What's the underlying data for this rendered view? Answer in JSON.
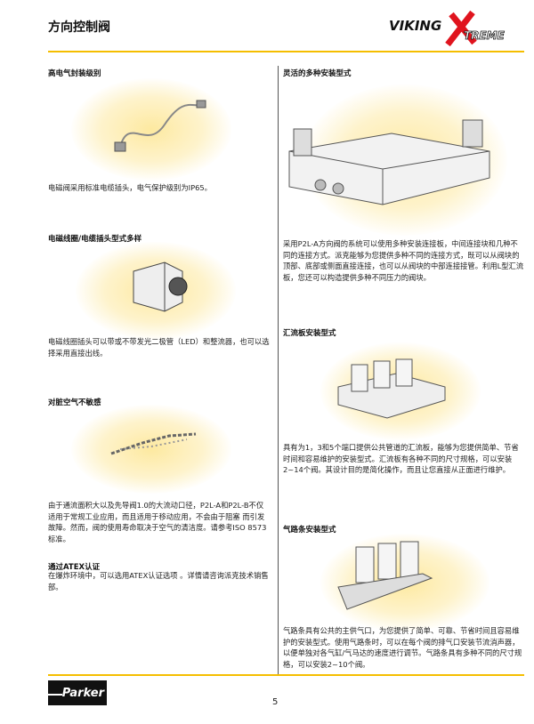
{
  "header": {
    "title": "方向控制阀",
    "brand_logo": "VIKING XTREME"
  },
  "left": [
    {
      "heading": "高电气封装级别",
      "body": "电磁阀采用标准电缆插头，电气保护级别为IP65。",
      "image": "cable-plug-photo"
    },
    {
      "heading": "电磁线圈/电缆插头型式多样",
      "body": "电磁线圈插头可以带或不带发光二极管（LED）和整流器，也可以选择采用直接出线。",
      "image": "coil-connector-photo"
    },
    {
      "heading": "对脏空气不敏感",
      "body": "由于通流面积大以及先导阀1.0的大流动口径，P2L-A和P2L-B不仅适用于常规工业应用，而且适用于移动应用，不会由于阻塞 而引发故障。然而，阀的使用寿命取决于空气的清洁度。请参考ISO 8573标准。",
      "image": "dirty-air-splash-photo"
    },
    {
      "heading": "通过ATEX认证",
      "body": "在爆炸环境中，可以选用ATEX认证选项 。详情请咨询派克技术销售部。"
    }
  ],
  "right": [
    {
      "heading": "灵活的多种安装型式",
      "body": "采用P2L-A方向阀的系统可以使用多种安装连接板，中间连接块和几种不同的连接方式。派克能够为您提供多种不同的连接方式，既可以从阀块的顶部、底部或侧面直接连接，也可以从阀块的中部连接接管。利用L型汇流板，您还可以构造提供多种不同压力的阀块。",
      "image": "valve-island-photo"
    },
    {
      "heading": "汇流板安装型式",
      "body": "具有为1，3和5个端口提供公共管道的汇流板，能够为您提供简单、节省时间和容易维护的安装型式。汇流板有各种不同的尺寸规格，可以安装2~14个阀。其设计目的是简化操作，而且让您直接从正面进行维护。",
      "image": "manifold-photo"
    },
    {
      "heading": "气路条安装型式",
      "body": "气路条具有公共的主供气口，为您提供了简单、可靠、节省时间且容易维护的安装型式。使用气路条时，可以在每个阀的排气口安装节流消声器，以便单独对各气缸/气马达的速度进行调节。气路条具有多种不同的尺寸规格，可以安装2~10个阀。",
      "image": "gallery-rail-photo"
    }
  ],
  "footer": {
    "logo": "Parker",
    "page_number": "5"
  },
  "colors": {
    "accent": "#f5be00",
    "logo_red": "#e0141e"
  }
}
